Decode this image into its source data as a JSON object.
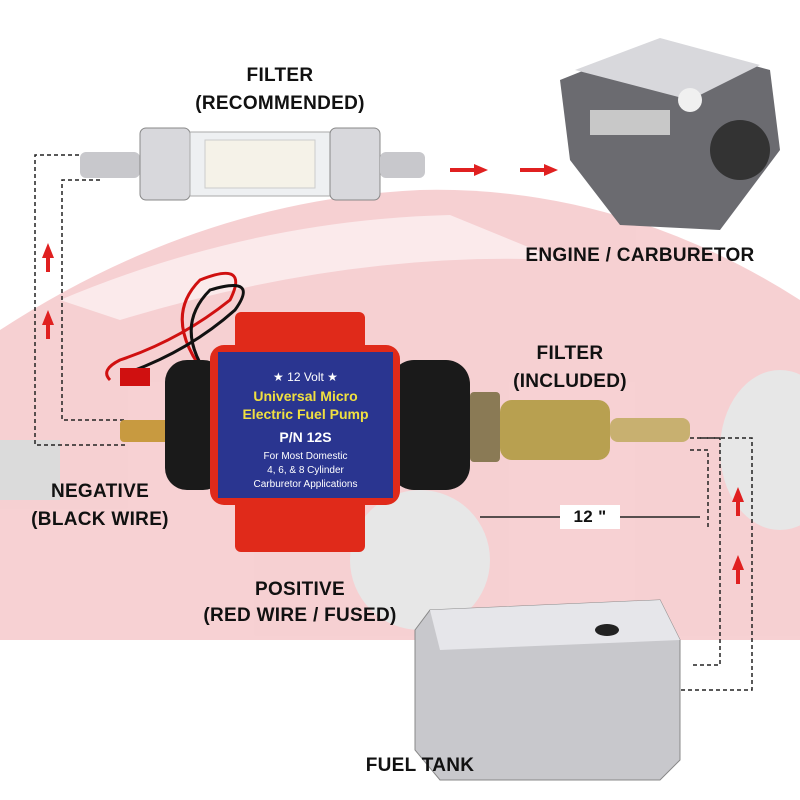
{
  "labels": {
    "filter_recommended": [
      "FILTER",
      "(RECOMMENDED)"
    ],
    "engine": "ENGINE / CARBURETOR",
    "filter_included": [
      "FILTER",
      "(INCLUDED)"
    ],
    "negative": [
      "NEGATIVE",
      "(BLACK WIRE)"
    ],
    "positive": [
      "POSITIVE",
      "(RED WIRE / FUSED)"
    ],
    "fuel_tank": "FUEL TANK",
    "dimension": "12 \""
  },
  "pump_label": {
    "voltage": "★  12 Volt  ★",
    "name_line1": "Universal Micro",
    "name_line2": "Electric Fuel Pump",
    "part_number": "P/N 12S",
    "desc_line1": "For Most Domestic",
    "desc_line2": "4, 6, & 8 Cylinder",
    "desc_line3": "Carburetor Applications"
  },
  "colors": {
    "flow_arrow": "#e02020",
    "pump_label_bg": "#2a3590",
    "pump_label_title": "#f0e040",
    "bracket": "#e02a1a"
  }
}
